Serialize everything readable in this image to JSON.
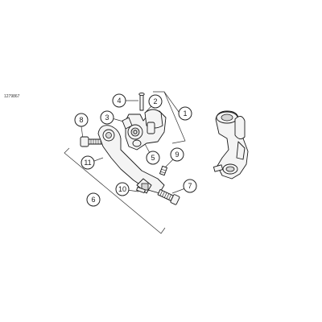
{
  "diagram": {
    "diagram_id": "1279867",
    "callouts": [
      "1",
      "2",
      "3",
      "4",
      "5",
      "6",
      "7",
      "8",
      "9",
      "10",
      "11"
    ]
  }
}
